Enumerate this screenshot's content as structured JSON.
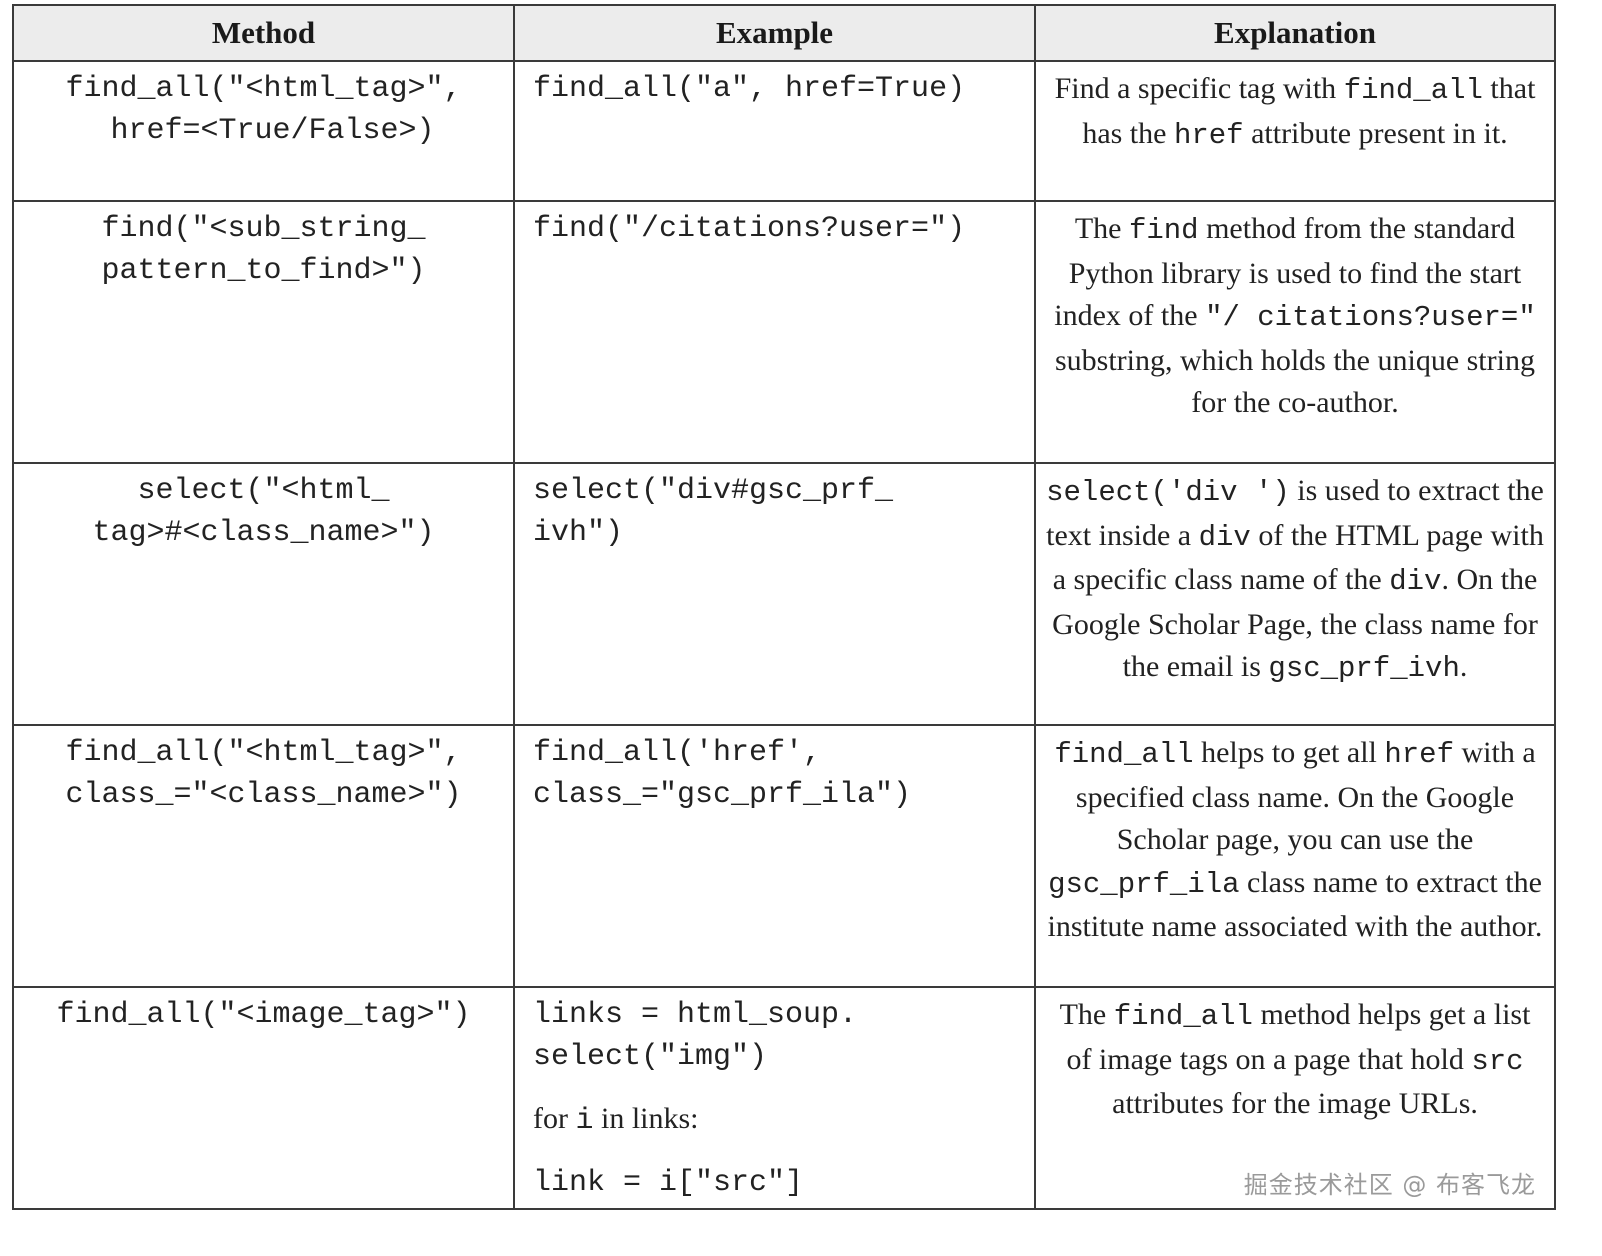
{
  "headers": {
    "method": "Method",
    "example": "Example",
    "explanation": "Explanation"
  },
  "rows": [
    {
      "method": "find_all(\"<html_tag>\",\n href=<True/False>)",
      "example": "find_all(\"a\", href=True)",
      "explanation": [
        {
          "t": "Find a specific tag with "
        },
        {
          "c": "find_all"
        },
        {
          "t": " that has the "
        },
        {
          "c": "href"
        },
        {
          "t": " attribute present in it."
        }
      ]
    },
    {
      "method": "find(\"<sub_string_\npattern_to_find>\")",
      "example": "find(\"/citations?user=\")",
      "explanation": [
        {
          "t": "The "
        },
        {
          "c": "find"
        },
        {
          "t": " method from the standard Python library is used to find the start index of the "
        },
        {
          "c": "\"/ citations?user=\""
        },
        {
          "t": " substring, which holds the unique string for the co-author."
        }
      ]
    },
    {
      "method": "select(\"<html_\ntag>#<class_name>\")",
      "example": "select(\"div#gsc_prf_\nivh\")",
      "explanation": [
        {
          "c": "select('div ')"
        },
        {
          "t": " is used to extract the text inside a "
        },
        {
          "c": "div"
        },
        {
          "t": " of the HTML page with a specific class name of the "
        },
        {
          "c": "div"
        },
        {
          "t": ". On the Google Scholar Page, the class name for the email is "
        },
        {
          "c": "gsc_prf_ivh"
        },
        {
          "t": "."
        }
      ]
    },
    {
      "method": "find_all(\"<html_tag>\",\nclass_=\"<class_name>\")",
      "example": "find_all('href',\nclass_=\"gsc_prf_ila\")",
      "explanation": [
        {
          "c": "find_all"
        },
        {
          "t": " helps to get all "
        },
        {
          "c": "href"
        },
        {
          "t": " with a specified class name. On the Google Scholar page, you can use the "
        },
        {
          "c": "gsc_prf_ila"
        },
        {
          "t": " class name to extract the institute name associated with the author."
        }
      ]
    },
    {
      "method": "find_all(\"<image_tag>\")",
      "example_lines": {
        "code1": "links = html_soup.\nselect(\"img\")",
        "text_for": "for ",
        "code_i": "i",
        "text_in": " in links:",
        "code2": "link = i[\"src\"]"
      },
      "explanation": [
        {
          "t": "The "
        },
        {
          "c": "find_all"
        },
        {
          "t": " method helps get a list of image tags on a page that hold "
        },
        {
          "c": "src"
        },
        {
          "t": " attributes for the image URLs."
        }
      ]
    }
  ],
  "watermark": "掘金技术社区 @ 布客飞龙"
}
